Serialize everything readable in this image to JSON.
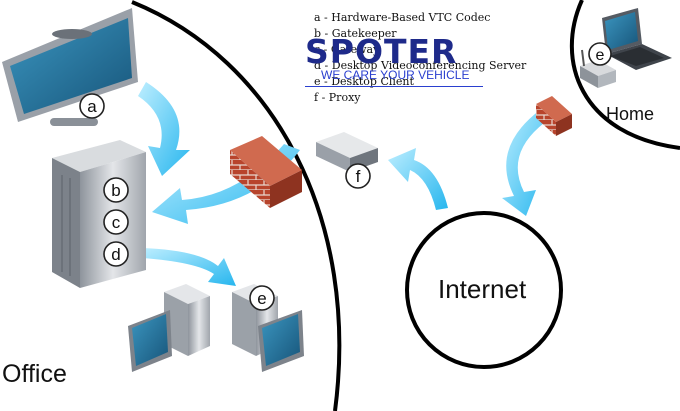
{
  "legend": [
    "a - Hardware-Based VTC Codec",
    "b - Gatekeeper",
    "c - Gateway",
    "d - Desktop Videoconferencing Server",
    "e - Desktop Client",
    "f - Proxy"
  ],
  "watermark": {
    "title": "SPOTER",
    "tagline": "WE CARE YOUR VEHICLE"
  },
  "zones": {
    "office": "Office",
    "home": "Home",
    "internet": "Internet"
  },
  "badges": {
    "a": "a",
    "b": "b",
    "c": "c",
    "d": "d",
    "e_office": "e",
    "e_home": "e",
    "f": "f"
  },
  "colors": {
    "arrow": "#3cc4f2",
    "screen": "#1f6f9a",
    "device": "#c9ccd1",
    "brick": "#b8442c"
  }
}
